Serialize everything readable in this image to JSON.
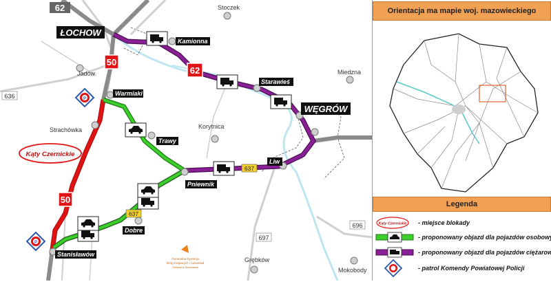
{
  "map": {
    "road_numbers": [
      "62",
      "50",
      "62",
      "50",
      "637",
      "637",
      "636",
      "696",
      "697"
    ],
    "big_towns": [
      "ŁOCHOW",
      "WĘGRÓW"
    ],
    "places_plain": [
      "Stoczek",
      "Jadów",
      "Strachówka",
      "Korytnica",
      "Miedzna",
      "Grębków",
      "Mokobody"
    ],
    "places_route": [
      "Kamionna",
      "Starawieś",
      "Warmiaki",
      "Trawy",
      "Liw",
      "Pniewnik",
      "Dobre",
      "Stanisławów"
    ],
    "blockade_label": "Kąty Czernickie",
    "logo_lines": [
      "Generalna Dyrekcja",
      "Dróg Krajowych i Autostrad",
      "Oddział w Warszawie"
    ]
  },
  "side": {
    "orientation_title": "Orientacja ma mapie woj. mazowieckiego",
    "legend_title": "Legenda",
    "legend": [
      {
        "sample": "Kąty Czernickie",
        "text": "- miejsce blokady"
      },
      {
        "text": "- proponowany objazd dla pojazdów osobowych"
      },
      {
        "text": "- proponowany objazd dla pojazdów ciężarowych"
      },
      {
        "text": "- patrol Komendy Powiatowej Policji"
      }
    ]
  },
  "colors": {
    "car_detour": "#3ccf2c",
    "truck_detour": "#7a1b85",
    "blockade": "#e01414",
    "panel": "#f2a154",
    "police": "#e01414"
  }
}
